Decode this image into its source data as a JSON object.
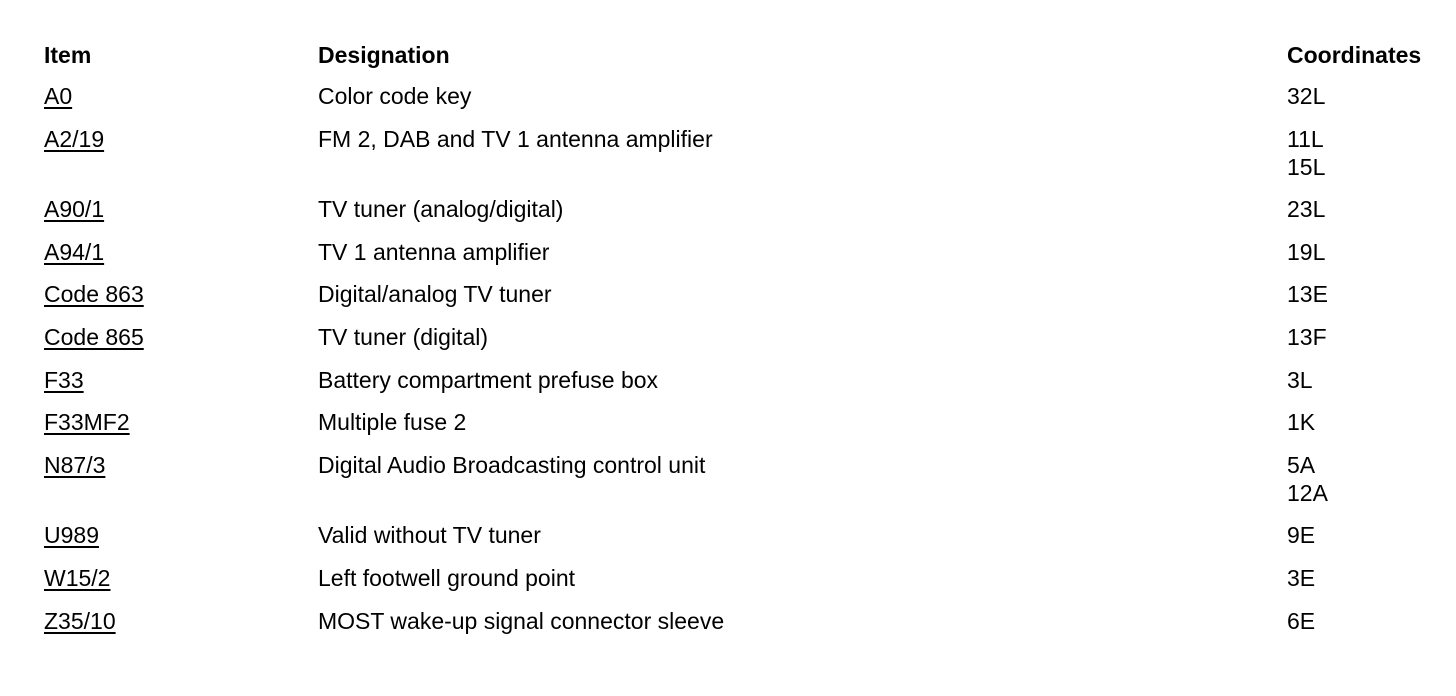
{
  "headers": {
    "item": "Item",
    "designation": "Designation",
    "coordinates": "Coordinates"
  },
  "rows": [
    {
      "item": "A0",
      "designation": "Color code key",
      "coordinates": [
        "32L"
      ]
    },
    {
      "item": "A2/19",
      "designation": "FM 2, DAB and TV 1 antenna amplifier",
      "coordinates": [
        "11L",
        "15L"
      ]
    },
    {
      "item": "A90/1",
      "designation": "TV tuner (analog/digital)",
      "coordinates": [
        "23L"
      ]
    },
    {
      "item": "A94/1",
      "designation": "TV 1 antenna amplifier",
      "coordinates": [
        "19L"
      ]
    },
    {
      "item": "Code 863",
      "designation": "Digital/analog TV tuner",
      "coordinates": [
        "13E"
      ]
    },
    {
      "item": "Code 865",
      "designation": "TV tuner (digital)",
      "coordinates": [
        "13F"
      ]
    },
    {
      "item": "F33",
      "designation": "Battery compartment prefuse box",
      "coordinates": [
        "3L"
      ]
    },
    {
      "item": "F33MF2",
      "designation": "Multiple fuse 2",
      "coordinates": [
        "1K"
      ]
    },
    {
      "item": "N87/3",
      "designation": "Digital Audio Broadcasting control unit",
      "coordinates": [
        "5A",
        "12A"
      ]
    },
    {
      "item": "U989",
      "designation": "Valid without TV tuner",
      "coordinates": [
        "9E"
      ]
    },
    {
      "item": "W15/2",
      "designation": "Left footwell ground point",
      "coordinates": [
        "3E"
      ]
    },
    {
      "item": "Z35/10",
      "designation": "MOST wake-up signal connector sleeve",
      "coordinates": [
        "6E"
      ]
    }
  ]
}
